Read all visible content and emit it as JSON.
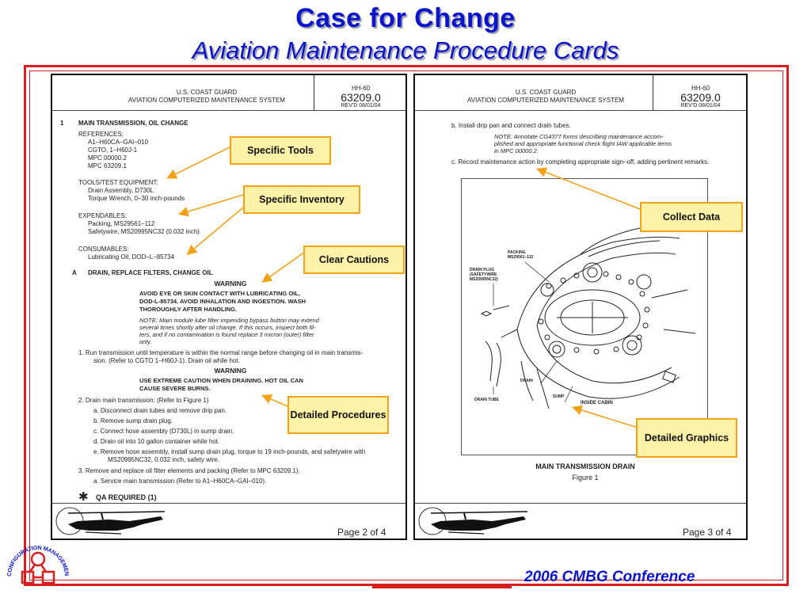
{
  "slide": {
    "title": "Case for Change",
    "subtitle": "Aviation Maintenance Procedure Cards",
    "footer": "2006 CMBG Conference",
    "logo_text": "CONFIGURATION MANAGEMENT BENCHMARKING GROUP"
  },
  "colors": {
    "title": "#0a14c8",
    "frame": "#d81e1e",
    "callout_fill": "#fdf2a8",
    "callout_border": "#f2a21a",
    "arrow": "#f2a21a"
  },
  "header": {
    "org": "U.S. COAST GUARD",
    "system": "AVIATION COMPUTERIZED MAINTENANCE SYSTEM",
    "aircraft": "HH-60",
    "card_no": "63209.0",
    "revd": "REV'D 08/01/04"
  },
  "left_page": {
    "section_no": "1",
    "section_title": "MAIN TRANSMISSION, OIL CHANGE",
    "lines": [
      "REFERENCES:",
      "A1–H60CA–GAI–010",
      "CGTO, 1–H60J-1",
      "MPC 00000.2",
      "MPC 63209.1",
      "TOOLS/TEST EQUIPMENT:",
      "Drain Assembly, D730L",
      "Torque Wrench, 0–30 inch-pounds",
      "EXPENDABLES:",
      "Packing, MS29561–112",
      "Safetywire, MS20995NC32 (0.032 inch)",
      "CONSUMABLES:",
      "Lubricating Oil, DOD–L–85734"
    ],
    "sub_a": "A",
    "sub_a_title": "DRAIN, REPLACE FILTERS, CHANGE OIL",
    "warning_label": "WARNING",
    "warning1": [
      "AVOID EYE OR SKIN CONTACT WITH LUBRICATING OIL,",
      "DOD-L-85734.  AVOID INHALATION AND INGESTION.  WASH",
      "THOROUGHLY AFTER HANDLING."
    ],
    "note1": [
      "NOTE:  Main module lube filter impending bypass button may extend",
      "several times shortly after oil change.  If this occurs, inspect both fil-",
      "ters, and if no contamination is found replace 3 micron (outer) filter",
      "only."
    ],
    "step1": [
      "1.    Run transmission until temperature is within the normal range before changing oil in main transmis-",
      "sion.  (Refer to CGTO 1–H60J-1).  Drain oil while hot."
    ],
    "warning2": [
      "USE EXTREME CAUTION WHEN DRAINING. HOT OIL CAN",
      "CAUSE SEVERE BURNS."
    ],
    "step2": "2.    Drain main transmission:  (Refer to Figure 1)",
    "step2_items": [
      "a.    Disconnect drain tubes and remove drip pan.",
      "b.    Remove sump drain plug.",
      "c.    Connect hose assembly (D730L) in sump drain.",
      "d.    Drain oil into 10 gallon container while hot.",
      "e.    Remove hose assembly, install sump drain plug, torque to 19 inch-pounds, and safetywire with",
      "MS20995NC32, 0.032 inch, safety wire."
    ],
    "step3": "3.    Remove and replace oil filter elements and packing (Refer to MPC 63209.1).",
    "step3_a": "a.    Service main transmission (Refer to A1–H60CA–GAI–010).",
    "qa_mark": "✱",
    "qa": "QA REQUIRED (1)",
    "page": "Page 2 of  4"
  },
  "right_page": {
    "step_b": "b.    Install drip pan and connect drain tubes.",
    "note": [
      "NOTE:  Annotate CG4377 forms describing maintenance accom-",
      "plished and appropriate functional check flight IAW applicable items",
      "in MPC 00000.2."
    ],
    "step_c": "c.    Record maintenance action by completing appropriate sign–off, adding pertinent remarks.",
    "figure_labels": {
      "packing": "PACKING MS29561–112",
      "drain_plug": "DRAIN PLUG (SAFETYWIRE MS20995NC32)",
      "drain": "DRAIN",
      "drain_tube": "DRAIN TUBE",
      "sump": "SUMP",
      "inside_cabin": "INSIDE CABIN"
    },
    "figure_title": "MAIN TRANSMISSION DRAIN",
    "figure_no": "Figure 1",
    "page": "Page 3 of  4"
  },
  "callouts": {
    "tools": "Specific Tools",
    "inventory": "Specific Inventory",
    "cautions": "Clear Cautions",
    "procedures": "Detailed Procedures",
    "collect": "Collect Data",
    "graphics": "Detailed Graphics"
  },
  "icons": {
    "helicopter": "helicopter-icon",
    "logo": "cmbg-logo-icon",
    "qa": "asterisk-icon"
  }
}
